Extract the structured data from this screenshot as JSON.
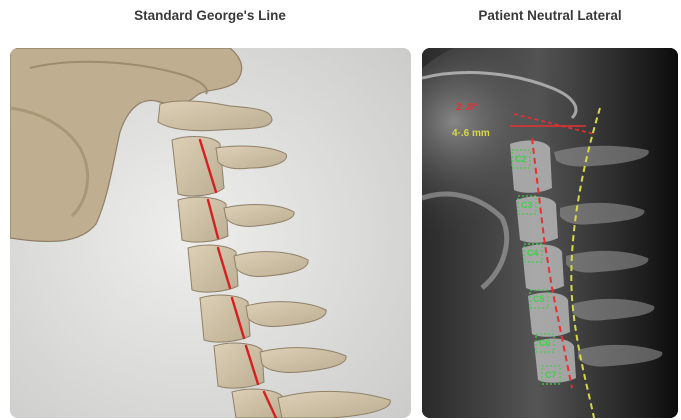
{
  "panels": {
    "left": {
      "title": "Standard George's Line"
    },
    "right": {
      "title": "Patient Neutral Lateral",
      "angle_measure": "2·.8°",
      "distance_measure": "4·.6 mm",
      "vertebra_labels": [
        "C2",
        "C3",
        "C4",
        "C5",
        "C6",
        "C7"
      ]
    }
  },
  "colors": {
    "georges_line": "#d42020",
    "measure_red": "#e53030",
    "measure_yellow": "#d8d84a",
    "vertebra_green": "#3fd04a",
    "bone": "#cdbfa5"
  }
}
